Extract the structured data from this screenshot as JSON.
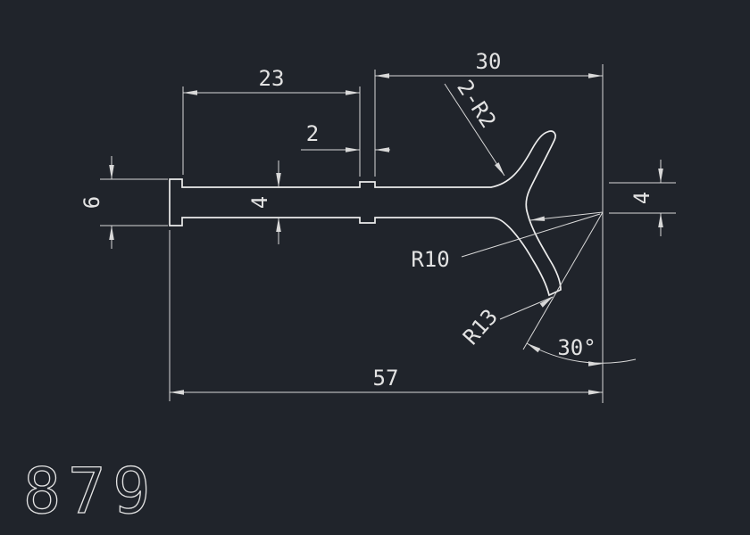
{
  "canvas": {
    "background": "#20242b",
    "line_color": "#e3e3e3"
  },
  "drawing": {
    "part_number": "879",
    "dimensions": {
      "width_23": "23",
      "notch_2": "2",
      "width_30": "30",
      "tip_radius": "2-R2",
      "cap_height_6": "6",
      "bar_thickness_4": "4",
      "branch_thickness_4": "4",
      "radius_r10": "R10",
      "radius_r13": "R13",
      "angle_30": "30°",
      "overall_width_57": "57"
    }
  }
}
